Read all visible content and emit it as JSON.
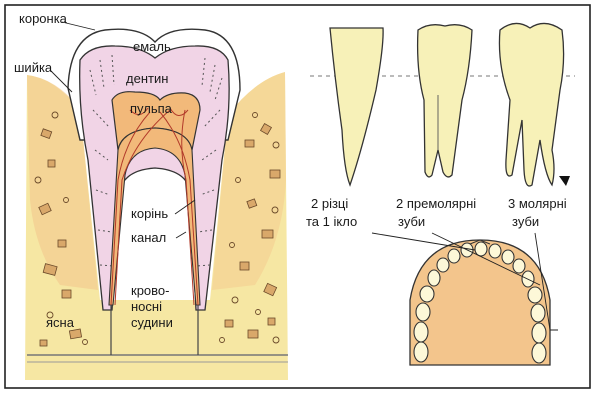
{
  "tooth_section": {
    "labels": {
      "crown": "коронка",
      "neck": "шийка",
      "enamel": "емаль",
      "dentin": "дентин",
      "pulp": "пульпа",
      "root": "корінь",
      "canal": "канал",
      "blood_vessels_1": "крово-",
      "blood_vessels_2": "носні",
      "blood_vessels_3": "судини",
      "gum": "ясна"
    }
  },
  "tooth_types": {
    "incisors_1": "2 різці",
    "incisors_2": "та 1 ікло",
    "premolars_1": "2 премолярні",
    "premolars_2": "зуби",
    "molars_1": "3 молярні",
    "molars_2": "зуби"
  },
  "colors": {
    "bone": "#f6e7a3",
    "gum": "#f3c58c",
    "enamel": "#ffffff",
    "dentin": "#f1d4e6",
    "pulp": "#f2b97a",
    "tooth": "#f7f1b8",
    "outline": "#333333"
  }
}
